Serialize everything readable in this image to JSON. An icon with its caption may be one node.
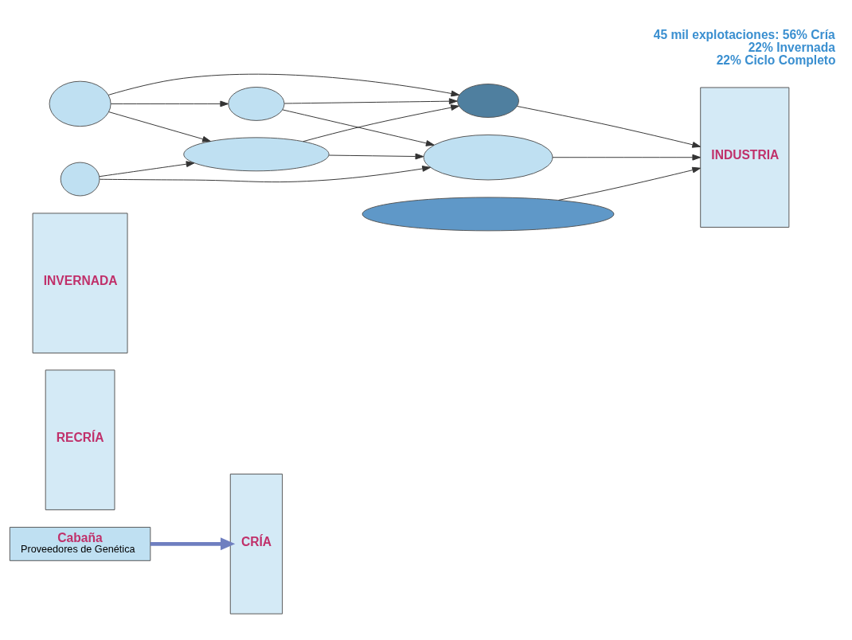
{
  "diagram": {
    "nodes": [
      {
        "text": [
          "Cabaña",
          "Proveedores de Genética"
        ]
      },
      {
        "text": [
          "CRÍA"
        ]
      },
      {
        "text": [
          "RECRÍA"
        ]
      },
      {
        "text": [
          "INVERNADA"
        ]
      },
      {
        "text": [
          "INDUSTRIA"
        ]
      },
      {
        "text": [],
        "shape": "ellipse"
      },
      {
        "text": [],
        "shape": "ellipse"
      },
      {
        "text": [],
        "shape": "ellipse"
      },
      {
        "text": [],
        "shape": "ellipse"
      },
      {
        "text": [],
        "shape": "ellipse"
      },
      {
        "text": [],
        "shape": "ellipse"
      },
      {
        "text": [],
        "shape": "ellipse"
      }
    ],
    "edges": [
      {
        "from": 0,
        "to": 1,
        "arrow": "to",
        "style": "thick",
        "color": "#6f7fc0"
      },
      {
        "from": 5,
        "to": 7,
        "arrow": "to"
      },
      {
        "from": 5,
        "to": 6,
        "arrow": "to"
      },
      {
        "from": 6,
        "to": 7,
        "arrow": "to"
      },
      {
        "from": 7,
        "to": 4,
        "arrow": "to"
      },
      {
        "from": 5,
        "to": 8,
        "arrow": "to"
      },
      {
        "from": 8,
        "to": 7,
        "arrow": "to"
      },
      {
        "from": 8,
        "to": 10,
        "arrow": "to"
      },
      {
        "from": 6,
        "to": 10,
        "arrow": "to"
      },
      {
        "from": 9,
        "to": 8,
        "arrow": "to"
      },
      {
        "from": 9,
        "to": 10,
        "arrow": "to"
      },
      {
        "from": 10,
        "to": 4,
        "arrow": "to"
      },
      {
        "from": 11,
        "to": 4,
        "arrow": "to"
      }
    ],
    "labels": [
      "45 mil explotaciones: 56% Cría",
      "22% Invernada",
      "22% Ciclo Completo"
    ]
  }
}
